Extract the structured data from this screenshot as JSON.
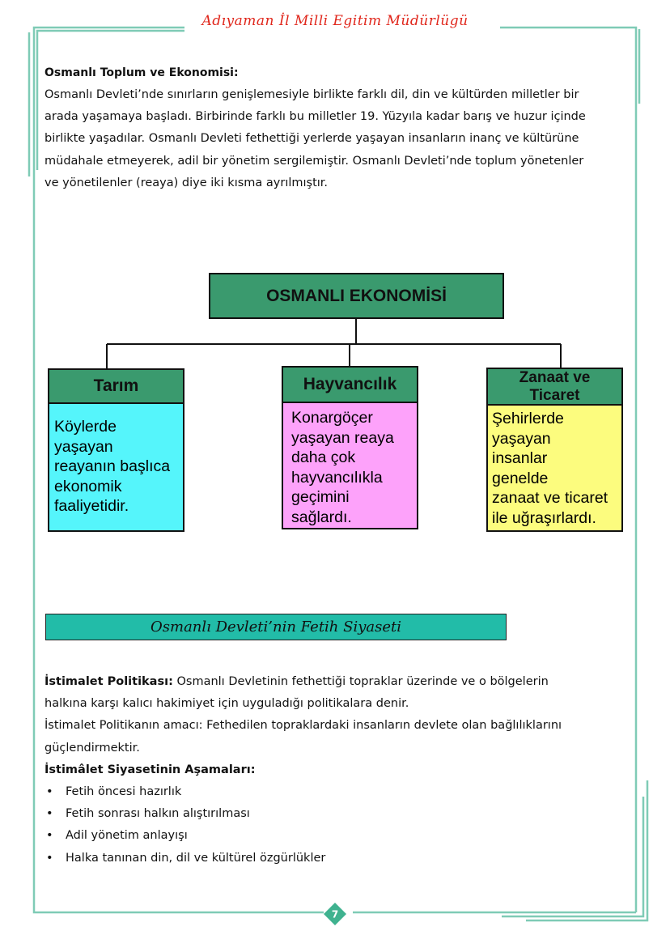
{
  "header": {
    "title": "Adıyaman İl Milli Egitim Müdürlügü"
  },
  "society": {
    "title": "Osmanlı Toplum ve Ekonomisi:",
    "lines": [
      "Osmanlı Devleti’nde sınırların genişlemesiyle birlikte farklı dil, din ve kültürden milletler bir",
      "arada yaşamaya başladı. Birbirinde farklı bu milletler 19. Yüzyıla kadar barış ve huzur içinde",
      "birlikte yaşadılar. Osmanlı Devleti fethettiği yerlerde yaşayan insanların inanç ve kültürüne",
      "müdahale etmeyerek, adil bir yönetim sergilemiştir. Osmanlı Devleti’nde toplum yönetenler",
      "ve yönetilenler (reaya) diye iki kısma ayrılmıştır."
    ]
  },
  "diagram": {
    "root": "OSMANLI EKONOMİSİ",
    "branches": [
      {
        "title": "Tarım",
        "lines": [
          "Köylerde",
          "yaşayan",
          "reayanın başlıca",
          "ekonomik",
          "faaliyetidir."
        ],
        "color": "#55f5fb"
      },
      {
        "title": "Hayvancılık",
        "lines": [
          "Konargöçer",
          "yaşayan reaya",
          "daha çok",
          "hayvancılıkla",
          "geçimini",
          "sağlardı."
        ],
        "color": "#fda2fa"
      },
      {
        "title_lines": [
          "Zanaat ve",
          "Ticaret"
        ],
        "lines": [
          "Şehirlerde",
          "yaşayan",
          "insanlar",
          "genelde",
          "zanaat ve ticaret",
          "ile uğraşırlardı."
        ],
        "color": "#fcfc7e"
      }
    ],
    "head_color": "#3a9a6e"
  },
  "banner": {
    "text": "Osmanlı Devleti’nin Fetih Siyaseti",
    "color": "#22bca8"
  },
  "istimalet": {
    "label": "İstimalet Politikası:",
    "def_rest": " Osmanlı Devletinin fethettiği topraklar üzerinde ve o bölgelerin",
    "def_line2": "halkına karşı kalıcı hakimiyet için uyguladığı politikalara denir.",
    "aim_line1": "İstimalet Politikanın amacı: Fethedilen topraklardaki insanların devlete olan bağlılıklarını",
    "aim_line2": "güçlendirmektir.",
    "stages_title": "İstimâlet Siyasetinin Aşamaları:",
    "stages": [
      "Fetih öncesi hazırlık",
      "Fetih sonrası halkın alıştırılması",
      "Adil yönetim anlayışı",
      "Halka tanınan din, dil ve kültürel özgürlükler"
    ]
  },
  "page_number": "7",
  "frame_color": "#7fcbb6"
}
